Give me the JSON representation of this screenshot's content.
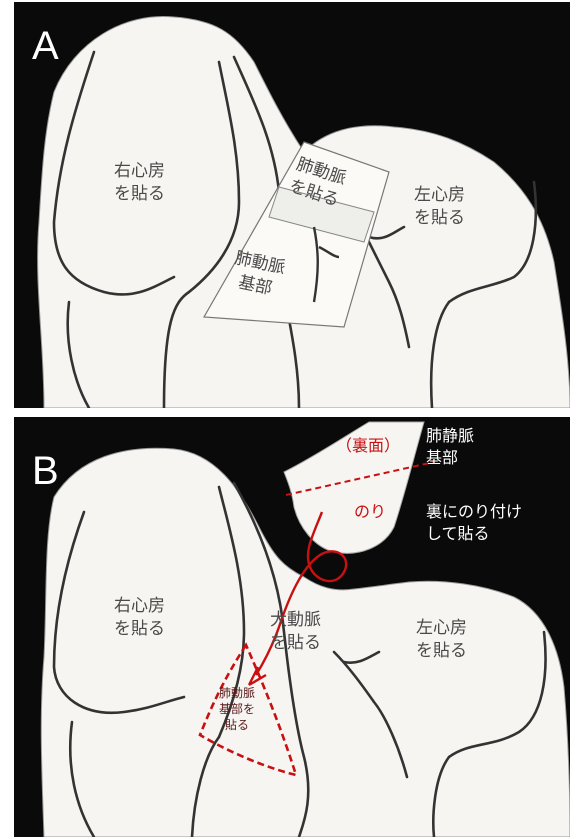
{
  "panel_a": {
    "letter": "A",
    "right_atrium": "右心房\nを貼る",
    "left_atrium": "左心房\nを貼る",
    "pulmonary_artery_paste": "肺動脈\nを貼る",
    "pulmonary_artery_base": "肺動脈\n基部"
  },
  "panel_b": {
    "letter": "B",
    "back_side": "（裏面）",
    "glue": "のり",
    "pulmonary_vein_base": "肺静脈\n基部",
    "glue_on_back_instruction": "裏にのり付け\nして貼る",
    "right_atrium": "右心房\nを貼る",
    "aorta_paste": "大動脈\nを貼る",
    "left_atrium": "左心房\nを貼る",
    "pulmonary_artery_base_paste": "肺動脈\n基部を\n貼る"
  },
  "colors": {
    "background": "#0a0a0a",
    "paper": "#f6f5f2",
    "outline": "#333333",
    "annotation_red": "#c81010"
  }
}
